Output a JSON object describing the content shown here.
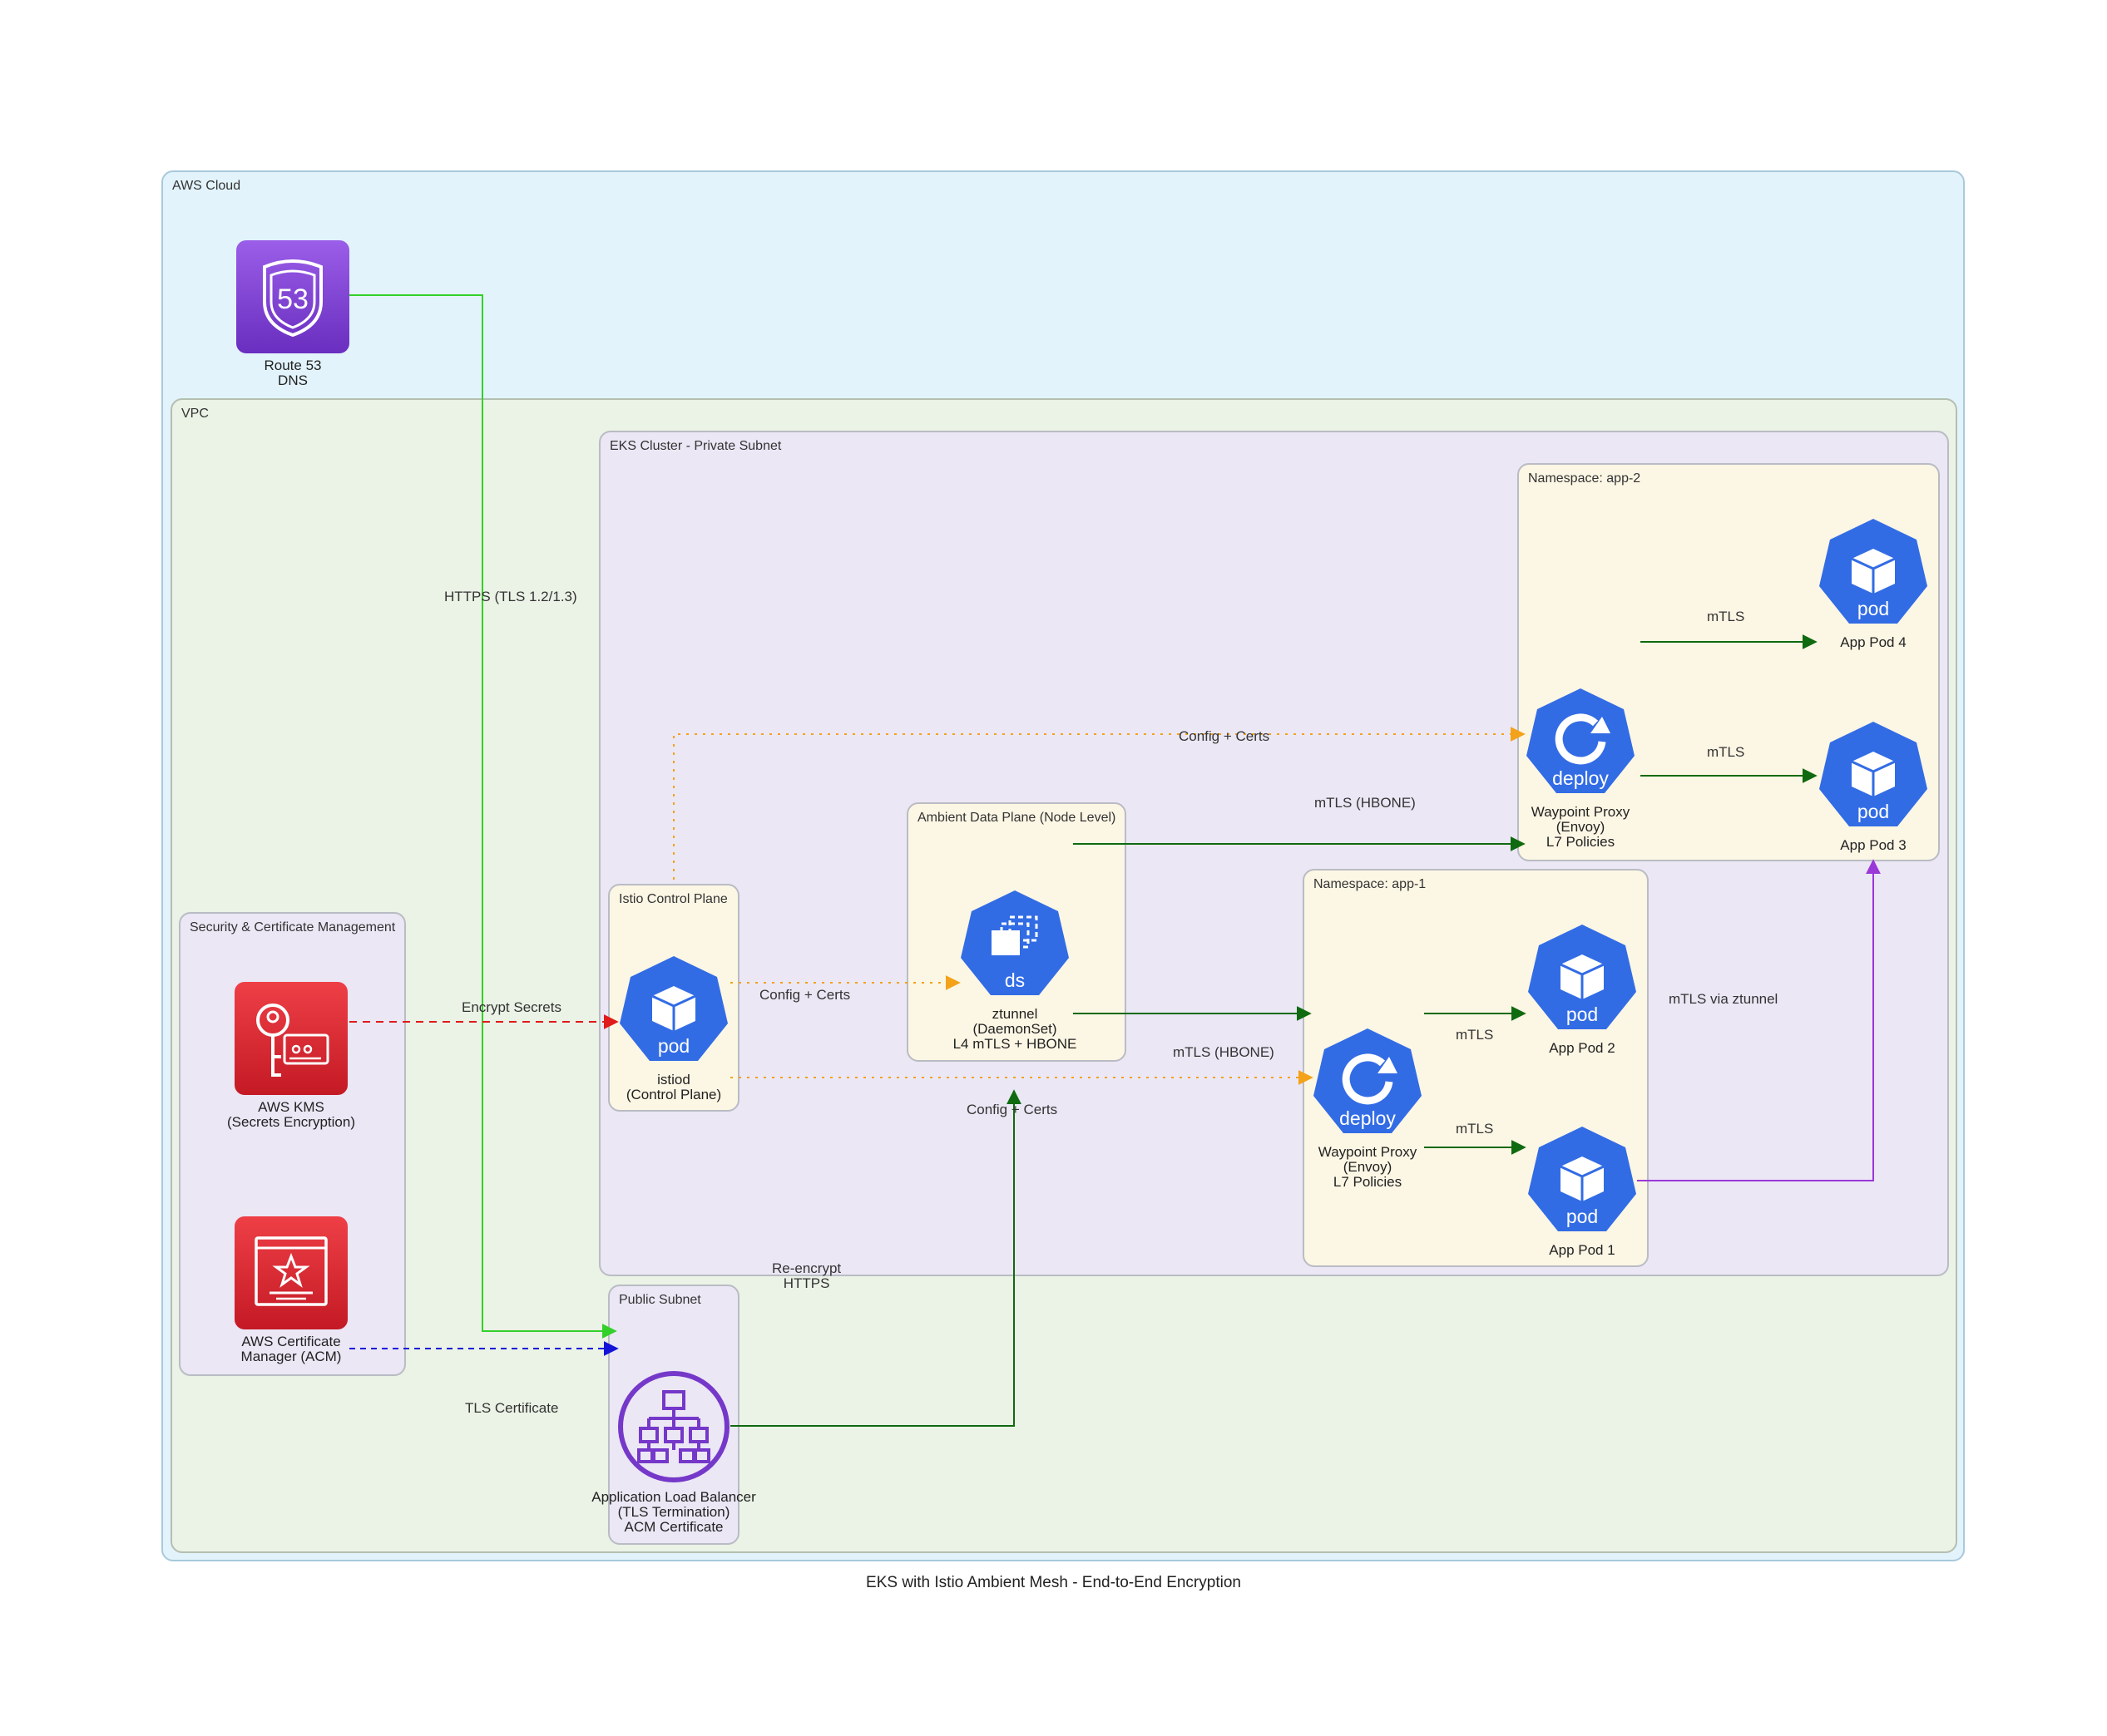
{
  "title": "EKS with Istio Ambient Mesh - End-to-End Encryption",
  "clusters": {
    "aws_cloud": "AWS Cloud",
    "vpc": "VPC",
    "security": "Security & Certificate Management",
    "eks": "EKS Cluster - Private Subnet",
    "public_subnet": "Public Subnet",
    "istio_cp": "Istio Control Plane",
    "ambient": "Ambient Data Plane (Node Level)",
    "ns_app1": "Namespace: app-1",
    "ns_app2": "Namespace: app-2"
  },
  "nodes": {
    "route53": [
      "Route 53",
      "DNS"
    ],
    "kms": [
      "AWS KMS",
      "(Secrets Encryption)"
    ],
    "acm": [
      "AWS Certificate",
      "Manager (ACM)"
    ],
    "alb": [
      "Application Load Balancer",
      "(TLS Termination)",
      "ACM Certificate"
    ],
    "istiod": [
      "istiod",
      "(Control Plane)"
    ],
    "ztunnel": [
      "ztunnel",
      "(DaemonSet)",
      "L4 mTLS + HBONE"
    ],
    "waypoint1": [
      "Waypoint Proxy",
      "(Envoy)",
      "L7 Policies"
    ],
    "waypoint2": [
      "Waypoint Proxy",
      "(Envoy)",
      "L7 Policies"
    ],
    "pod1": [
      "App Pod 1"
    ],
    "pod2": [
      "App Pod 2"
    ],
    "pod3": [
      "App Pod 3"
    ],
    "pod4": [
      "App Pod 4"
    ]
  },
  "icons": {
    "pod": "pod",
    "deploy": "deploy",
    "ds": "ds",
    "route53_badge": "53"
  },
  "edges": {
    "https": "HTTPS (TLS 1.2/1.3)",
    "encrypt_secrets": "Encrypt Secrets",
    "tls_certificate": "TLS Certificate",
    "reencrypt": [
      "Re-encrypt",
      "HTTPS"
    ],
    "config_certs_top": "Config + Certs",
    "config_certs_mid": "Config + Certs",
    "config_certs_bottom": "Config + Certs",
    "mtls_hbone_top": "mTLS (HBONE)",
    "mtls_hbone_bottom": "mTLS (HBONE)",
    "mtls_pod4": "mTLS",
    "mtls_pod3": "mTLS",
    "mtls_pod2": "mTLS",
    "mtls_pod1": "mTLS",
    "mtls_via_ztunnel": "mTLS via ztunnel"
  },
  "colors": {
    "aws_cloud_bg": "#e2f3fb",
    "vpc_bg": "#ebf2e6",
    "purple_bg": "#ebe7f5",
    "ns_bg": "#fcf6e4",
    "k8s_blue": "#326ce5",
    "route53_purple": "#7a3fd4",
    "kms_red": "#d8222f",
    "alb_purple": "#7538c9",
    "https_green": "#33d02a",
    "dark_green": "#0f6a10",
    "config_orange": "#f3a21a",
    "kms_red_line": "#e01b1b",
    "acm_blue": "#1414d8",
    "pod_purple": "#9a38d8"
  }
}
